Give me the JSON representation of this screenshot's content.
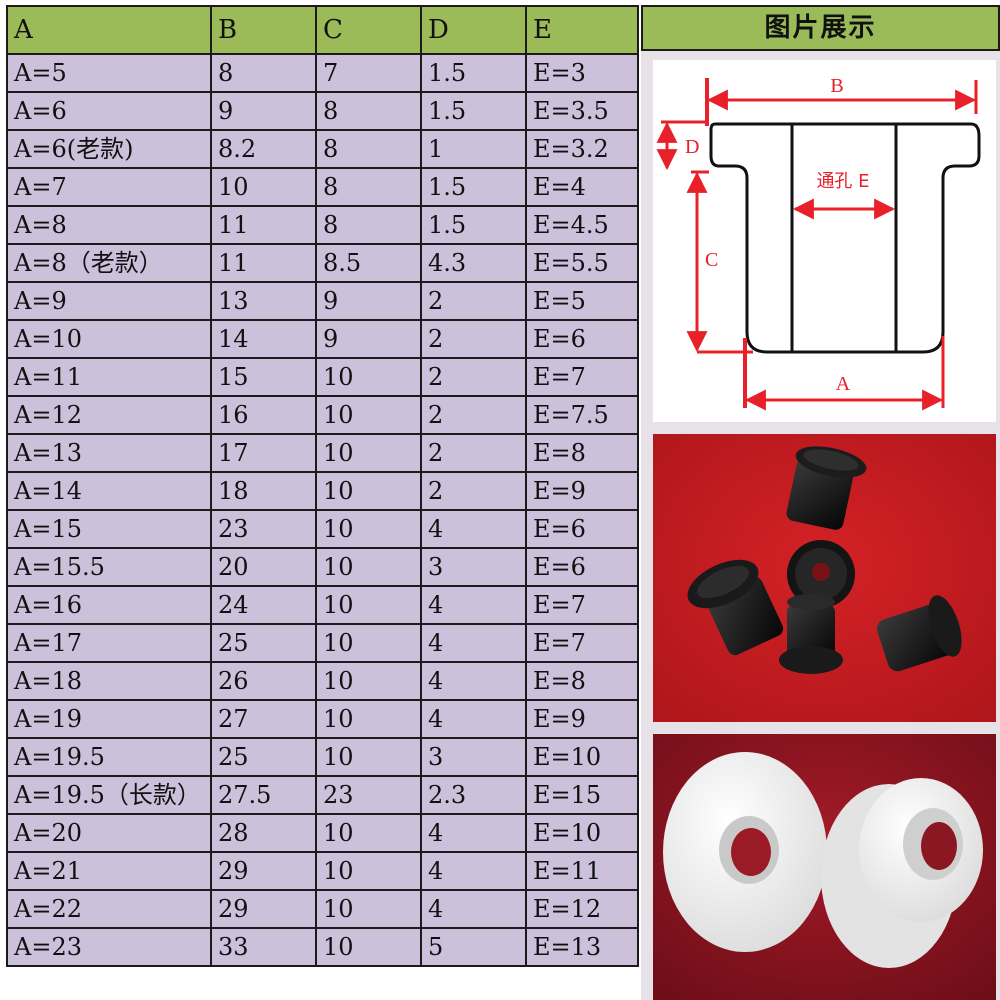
{
  "table": {
    "headers": [
      "A",
      "B",
      "C",
      "D",
      "E"
    ],
    "rows": [
      [
        "A=5",
        "8",
        "7",
        "1.5",
        "E=3"
      ],
      [
        "A=6",
        "9",
        "8",
        "1.5",
        "E=3.5"
      ],
      [
        "A=6(老款)",
        "8.2",
        "8",
        "1",
        "E=3.2"
      ],
      [
        "A=7",
        "10",
        "8",
        "1.5",
        "E=4"
      ],
      [
        "A=8",
        "11",
        "8",
        "1.5",
        "E=4.5"
      ],
      [
        "A=8（老款）",
        "11",
        "8.5",
        "4.3",
        "E=5.5"
      ],
      [
        "A=9",
        "13",
        "9",
        "2",
        "E=5"
      ],
      [
        "A=10",
        "14",
        "9",
        "2",
        "E=6"
      ],
      [
        "A=11",
        "15",
        "10",
        "2",
        "E=7"
      ],
      [
        "A=12",
        "16",
        "10",
        "2",
        "E=7.5"
      ],
      [
        "A=13",
        "17",
        "10",
        "2",
        "E=8"
      ],
      [
        "A=14",
        "18",
        "10",
        "2",
        "E=9"
      ],
      [
        "A=15",
        "23",
        "10",
        "4",
        "E=6"
      ],
      [
        "A=15.5",
        "20",
        "10",
        "3",
        "E=6"
      ],
      [
        "A=16",
        "24",
        "10",
        "4",
        "E=7"
      ],
      [
        "A=17",
        "25",
        "10",
        "4",
        "E=7"
      ],
      [
        "A=18",
        "26",
        "10",
        "4",
        "E=8"
      ],
      [
        "A=19",
        "27",
        "10",
        "4",
        "E=9"
      ],
      [
        "A=19.5",
        "25",
        "10",
        "3",
        "E=10"
      ],
      [
        "A=19.5（长款）",
        "27.5",
        "23",
        "2.3",
        "E=15"
      ],
      [
        "A=20",
        "28",
        "10",
        "4",
        "E=10"
      ],
      [
        "A=21",
        "29",
        "10",
        "4",
        "E=11"
      ],
      [
        "A=22",
        "29",
        "10",
        "4",
        "E=12"
      ],
      [
        "A=23",
        "33",
        "10",
        "5",
        "E=13"
      ]
    ]
  },
  "display": {
    "title": "图片展示",
    "diagram": {
      "label_a": "A",
      "label_b": "B",
      "label_c": "C",
      "label_d": "D",
      "label_e": "通孔 E"
    }
  },
  "colors": {
    "header_bg": "#9bbb59",
    "cell_bg": "#ccc0da",
    "dimension_red": "#e8202a"
  }
}
